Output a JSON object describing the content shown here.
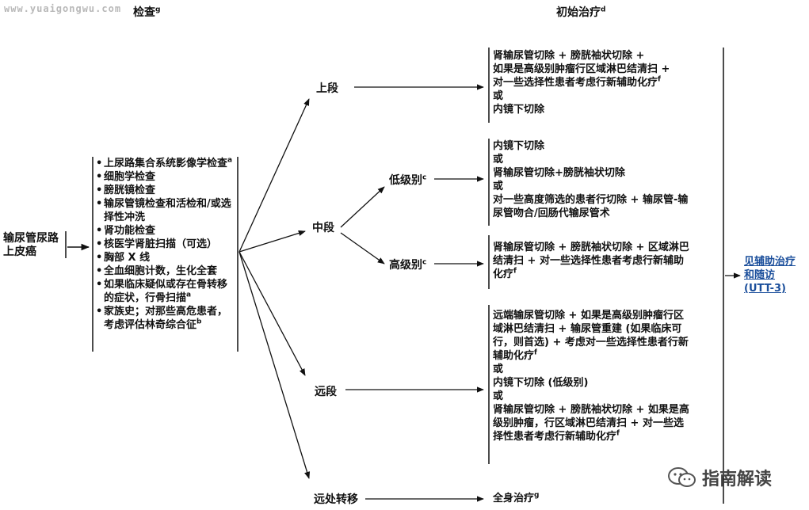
{
  "watermark": "www.yuaigongwu.com",
  "headers": {
    "exam": "检查",
    "exam_sup": "g",
    "initial": "初始治疗",
    "initial_sup": "d"
  },
  "root": {
    "line1": "输尿管尿路",
    "line2": "上皮癌"
  },
  "exam_items": [
    {
      "text": "上尿路集合系统影像学检查",
      "sup": "a"
    },
    {
      "text": "细胞学检查",
      "sup": ""
    },
    {
      "text": "膀胱镜检查",
      "sup": ""
    },
    {
      "text": "输尿管镜检查和活检和/或选择性冲洗",
      "sup": ""
    },
    {
      "text": "肾功能检查",
      "sup": ""
    },
    {
      "text": "核医学肾脏扫描（可选）",
      "sup": ""
    },
    {
      "text": "胸部 X 线",
      "sup": ""
    },
    {
      "text": "全血细胞计数，生化全套",
      "sup": ""
    },
    {
      "text": "如果临床疑似或存在骨转移的症状，行骨扫描",
      "sup": "a"
    },
    {
      "text": "家族史；对那些高危患者，考虑评估林奇综合征",
      "sup": "b"
    }
  ],
  "stages": {
    "upper": "上段",
    "middle": "中段",
    "low_grade": "低级别",
    "low_grade_sup": "c",
    "high_grade": "高级别",
    "high_grade_sup": "c",
    "distal": "远段",
    "metastasis": "远处转移"
  },
  "treatments": {
    "upper": {
      "l1": "肾输尿管切除 + 膀胱袖状切除 +",
      "l2": "如果是高级别肿瘤行区域淋巴结清扫 +",
      "l3": "对一些选择性患者考虑行新辅助化疗",
      "l3_sup": "f",
      "l4": "或",
      "l5": "内镜下切除"
    },
    "low_grade": {
      "l1": "内镜下切除",
      "l2": "或",
      "l3": "肾输尿管切除+膀胱袖状切除",
      "l4": "或",
      "l5": "对一些高度筛选的患者行切除 + 输尿管-输",
      "l6": "尿管吻合/回肠代输尿管术"
    },
    "high_grade": {
      "l1": "肾输尿管切除 + 膀胱袖状切除 + 区域淋巴",
      "l2": "结清扫 + 对一些选择性患者考虑行新辅助",
      "l3": "化疗",
      "l3_sup": "f"
    },
    "distal": {
      "l1": "远端输尿管切除 + 如果是高级别肿瘤行区",
      "l2": "域淋巴结清扫 + 输尿管重建 (如果临床可",
      "l3": "行，则首选) + 考虑对一些选择性患者行新",
      "l4": "辅助化疗",
      "l4_sup": "f",
      "l5": "或",
      "l6": "内镜下切除 (低级别)",
      "l7": "或",
      "l8": "肾输尿管切除 + 膀胱袖状切除 + 如果是高",
      "l9": "级别肿瘤，行区域淋巴结清扫 + 对一些选",
      "l10": "择性患者考虑行新辅助化疗",
      "l10_sup": "f"
    },
    "metastasis": {
      "text": "全身治疗",
      "sup": "g"
    }
  },
  "followup": {
    "l1": "见辅助治疗",
    "l2": "和随访",
    "l3": "(UTT-3)"
  },
  "logo_text": "指南解读"
}
